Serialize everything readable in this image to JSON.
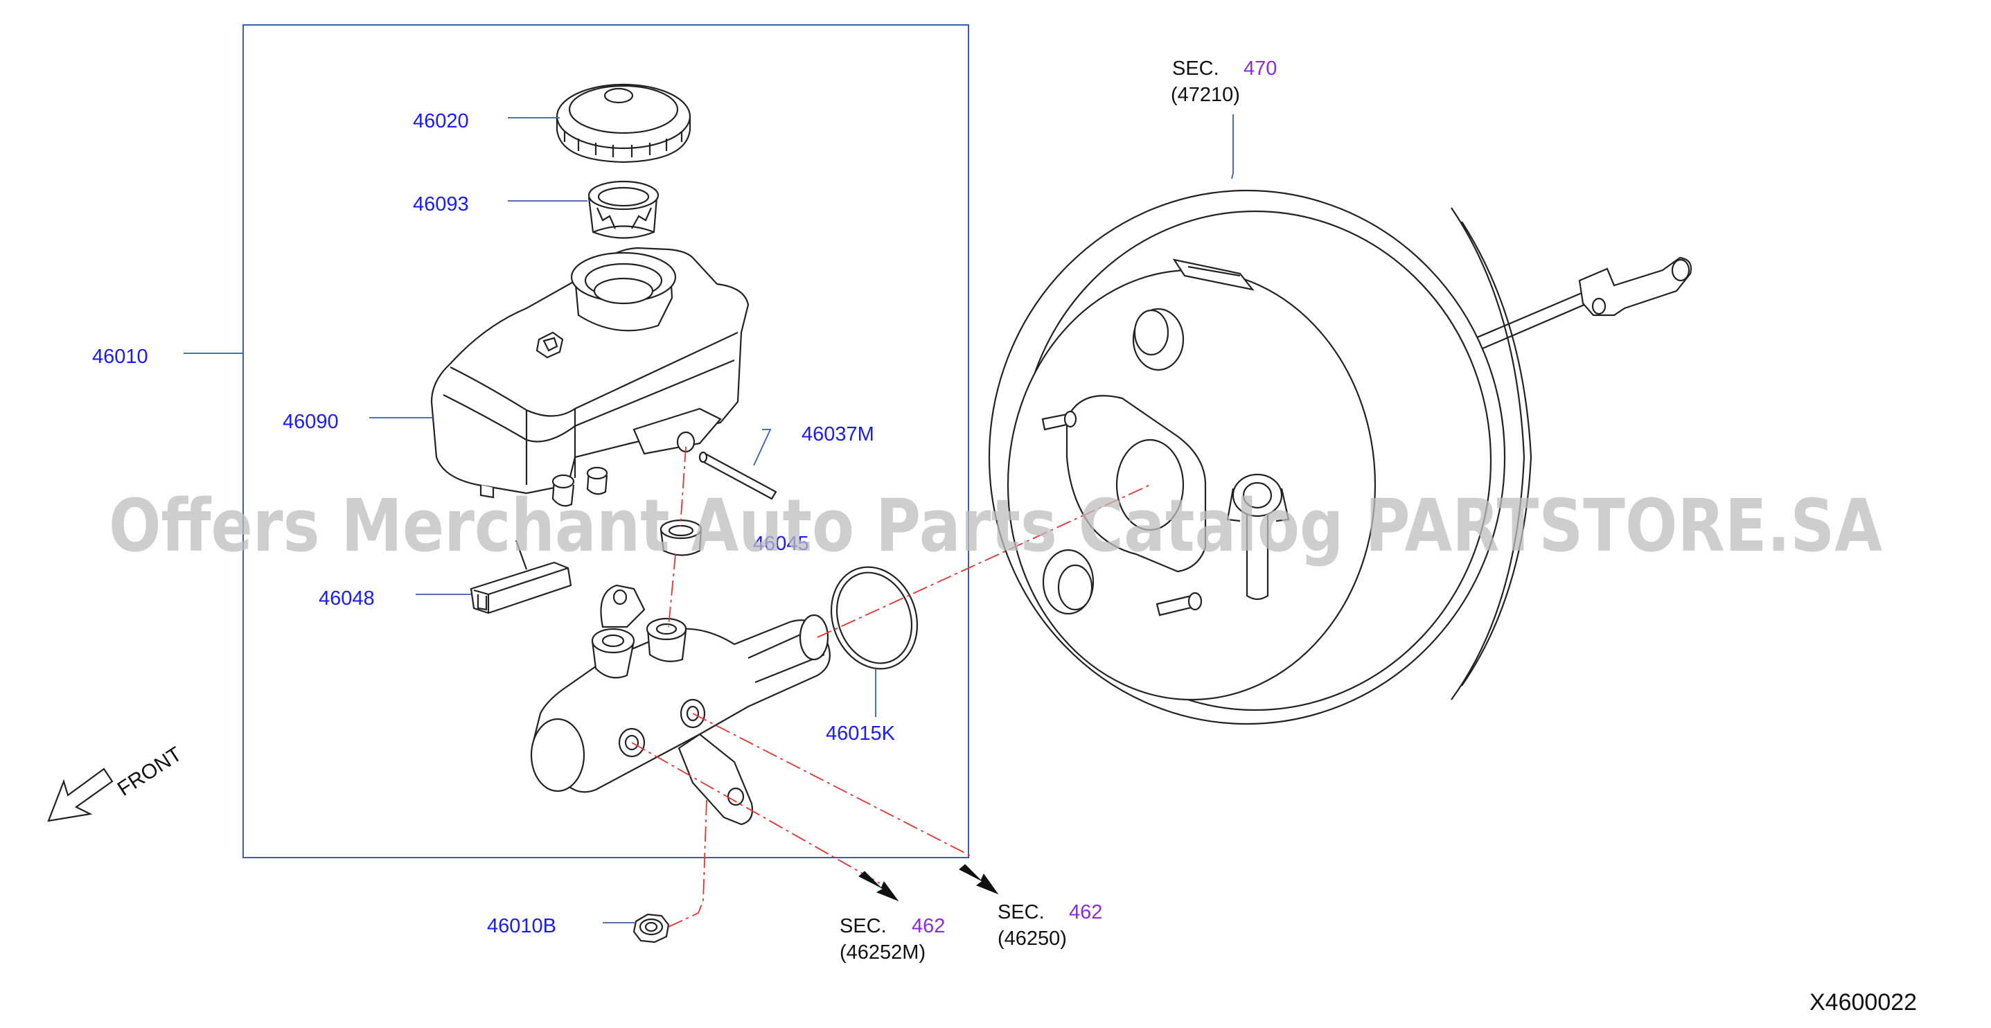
{
  "colors": {
    "part_number": "#1a1aff",
    "section_link": "#8a2be2",
    "frame": "#3b5ea8",
    "line": "#222222",
    "dash": "#e33333",
    "watermark": "#c8c8c8"
  },
  "parts": {
    "p46020": "46020",
    "p46093": "46093",
    "p46010": "46010",
    "p46090": "46090",
    "p46037M": "46037M",
    "p46045": "46045",
    "p46048": "46048",
    "p46015K": "46015K",
    "p46010B": "46010B"
  },
  "sections": {
    "booster": {
      "prefix": "SEC.",
      "number": "470",
      "code": "(47210)"
    },
    "brake_tube_front": {
      "prefix": "SEC.",
      "number": "462",
      "code": "(46252M)"
    },
    "brake_tube_rear": {
      "prefix": "SEC.",
      "number": "462",
      "code": "(46250)"
    }
  },
  "front_label": "FRONT",
  "diagram_id": "X4600022",
  "watermark": "Offers Merchant Auto Parts Catalog PARTSTORE.SA"
}
